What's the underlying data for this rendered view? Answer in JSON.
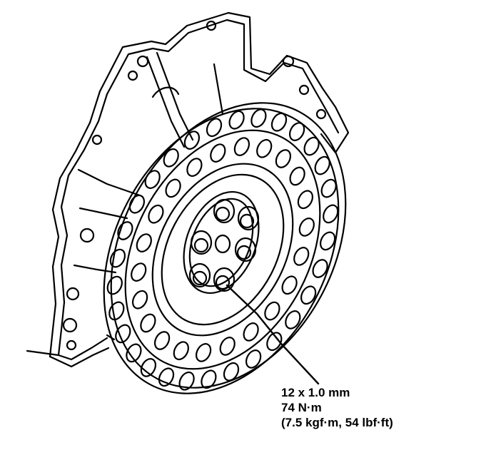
{
  "callout": {
    "size": "12 x 1.0 mm",
    "torque_nm": "74 N·m",
    "torque_alt": "(7.5 kgf·m, 54 lbf·ft)"
  },
  "line_color": "#000000",
  "background": "#ffffff"
}
